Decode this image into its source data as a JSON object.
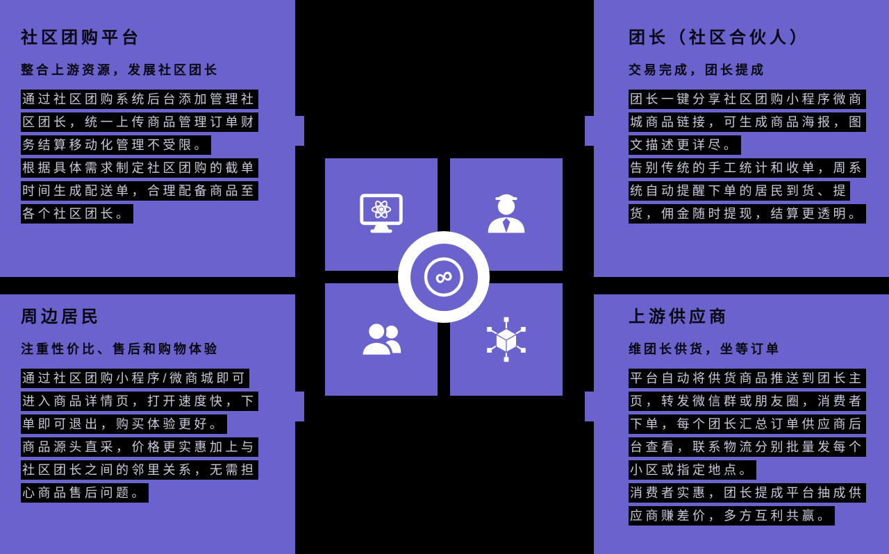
{
  "colors": {
    "purple": "#6A63CE",
    "background": "#000000",
    "band": "#000000",
    "heading_text": "#07070E",
    "body_text": "#C9CADC"
  },
  "panels": {
    "top_left": {
      "title": "社区团购平台",
      "subtitle": "整合上游资源，发展社区团长",
      "paragraphs": [
        "通过社区团购系统后台添加管理社区团长，统一上传商品管理订单财务结算移动化管理不受限。",
        "根据具体需求制定社区团购的截单时间生成配送单，合理配备商品至各个社区团长。"
      ]
    },
    "top_right": {
      "title": "团长（社区合伙人）",
      "subtitle": "交易完成，团长提成",
      "paragraphs": [
        "团长一键分享社区团购小程序微商城商品链接，可生成商品海报，图文描述更详尽。",
        "告别传统的手工统计和收单，周系统自动提醒下单的居民到货、提货，佣金随时提现，结算更透明。"
      ]
    },
    "bottom_left": {
      "title": "周边居民",
      "subtitle": "注重性价比、售后和购物体验",
      "paragraphs": [
        "通过社区团购小程序/微商城即可进入商品详情页，打开速度快，下单即可退出，购买体验更好。",
        "商品源头直采，价格更实惠加上与社区团长之间的邻里关系，无需担心商品售后问题。"
      ]
    },
    "bottom_right": {
      "title": "上游供应商",
      "subtitle": "维团长供货，坐等订单",
      "paragraphs": [
        "平台自动将供货商品推送到团长主页，转发微信群或朋友圈，消费者下单，每个团长汇总订单供应商后台查看，联系物流分别批量发每个小区或指定地点。",
        "消费者实惠，团长提成平台抽成供应商赚差价，多方互利共赢。"
      ]
    }
  },
  "center": {
    "hub_symbol": "∞",
    "icons": [
      "platform-monitor-atom-icon",
      "leader-person-icon",
      "residents-group-icon",
      "supplier-network-box-icon",
      "hub-infinity-circle-icon"
    ]
  }
}
